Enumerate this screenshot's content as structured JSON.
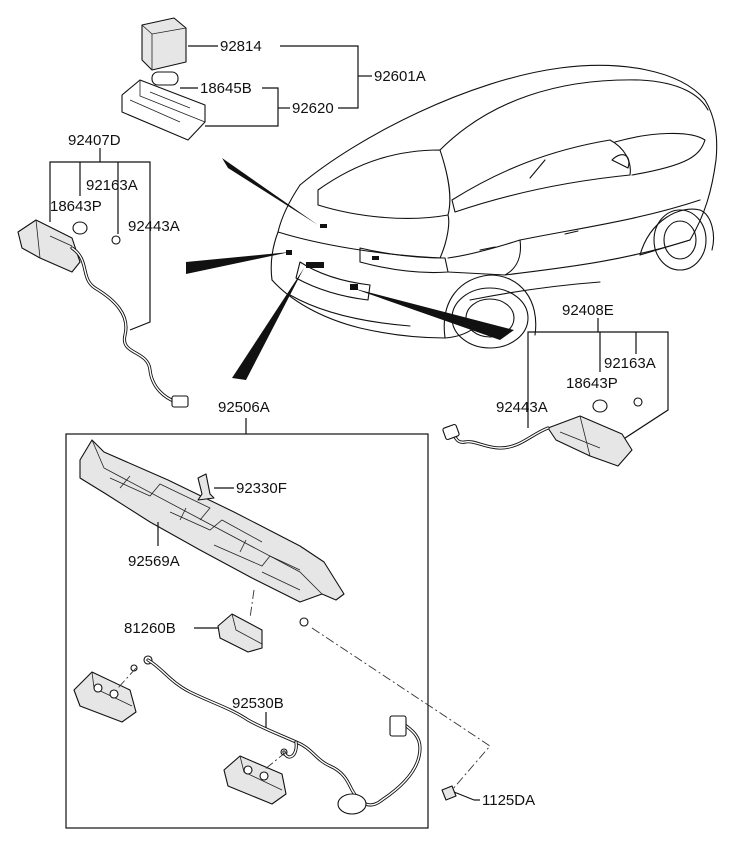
{
  "parts": {
    "p92814": "92814",
    "p92601A": "92601A",
    "p18645B": "18645B",
    "p92620": "92620",
    "p92407D": "92407D",
    "p92163A_left": "92163A",
    "p18643P_left": "18643P",
    "p92443A_left": "92443A",
    "p92408E": "92408E",
    "p92163A_right": "92163A",
    "p18643P_right": "18643P",
    "p92443A_right": "92443A",
    "p92506A": "92506A",
    "p92330F": "92330F",
    "p92569A": "92569A",
    "p81260B": "81260B",
    "p92530B": "92530B",
    "p1125DA": "1125DA"
  }
}
